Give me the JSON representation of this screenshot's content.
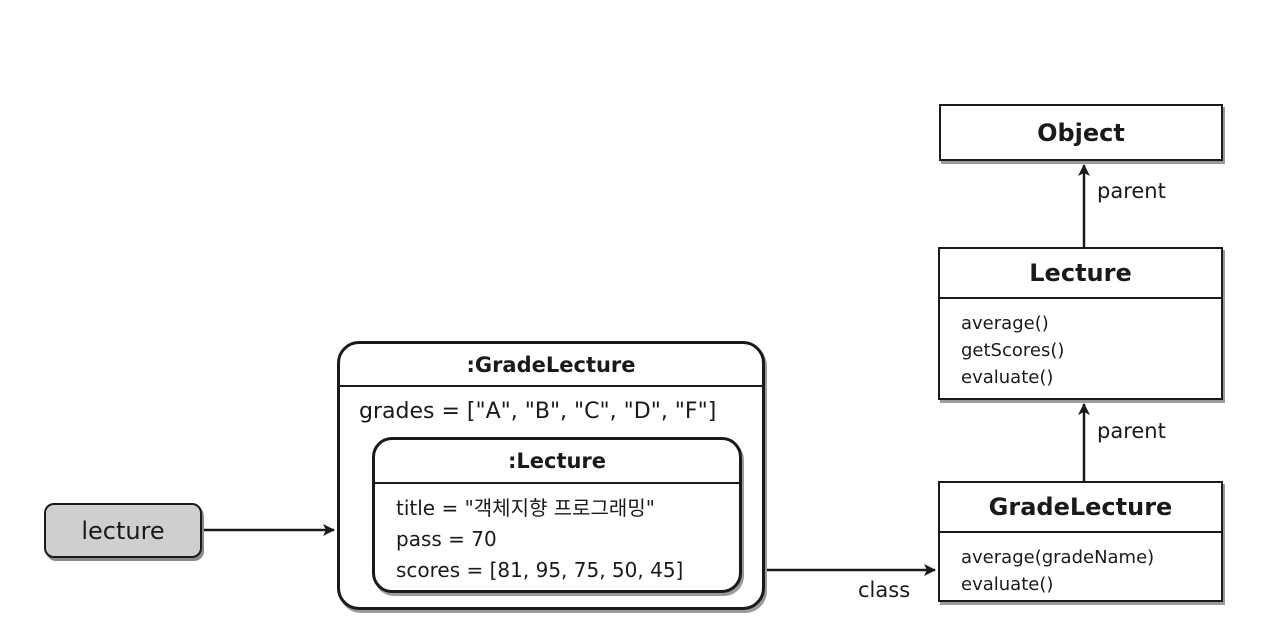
{
  "variable": {
    "name": "lecture"
  },
  "instance": {
    "outer_title": ":GradeLecture",
    "grades_field": "grades = [\"A\", \"B\", \"C\", \"D\", \"F\"]",
    "inner_title": ":Lecture",
    "inner_fields": [
      "title = \"객체지향 프로그래밍\"",
      "pass = 70",
      "scores = [81, 95, 75, 50, 45]"
    ]
  },
  "classes": {
    "object": {
      "title": "Object"
    },
    "lecture": {
      "title": "Lecture",
      "methods": [
        "average()",
        "getScores()",
        "evaluate()"
      ]
    },
    "grade_lecture": {
      "title": "GradeLecture",
      "methods": [
        "average(gradeName)",
        "evaluate()"
      ]
    }
  },
  "edges": {
    "class_label": "class",
    "parent_label_top": "parent",
    "parent_label_bottom": "parent"
  }
}
